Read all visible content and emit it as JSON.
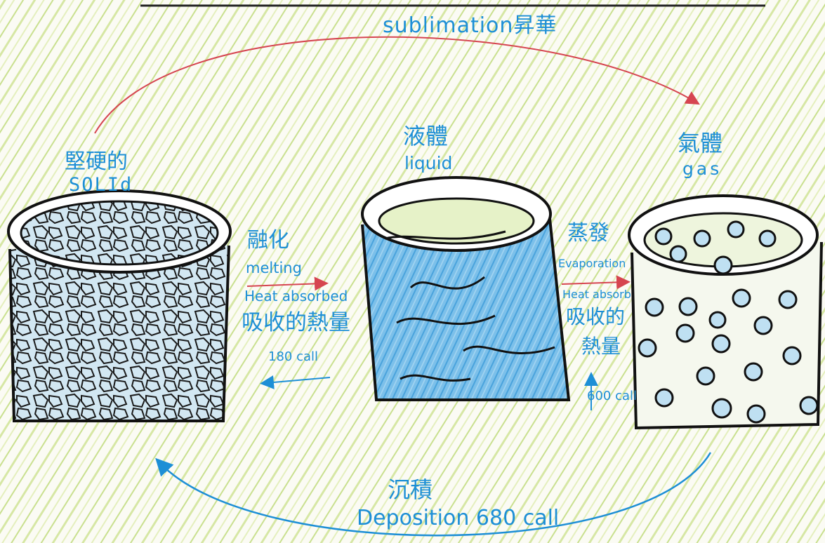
{
  "transitions": {
    "sublimation": "sublimation昇華",
    "melting": {
      "zh": "融化",
      "en": "melting",
      "heat": "Heat absorbed",
      "absorbed_zh": "吸收的熱量",
      "calories": "180 call"
    },
    "evaporation": {
      "zh": "蒸發",
      "en": "Evaporation",
      "heat": "Heat absorb",
      "absorbed_zh_1": "吸收的",
      "absorbed_zh_2": "熱量",
      "calories": "600 call"
    },
    "deposition": {
      "zh": "沉積",
      "en": "Deposition 680 call"
    }
  },
  "states": {
    "solid": {
      "zh": "堅硬的",
      "en": "SOLId"
    },
    "liquid": {
      "zh": "液體",
      "en": "liquid"
    },
    "gas": {
      "zh": "氣體",
      "en": "gas"
    }
  },
  "colors": {
    "label_blue": "#1d8fd6",
    "arrow_red": "#d64550",
    "ink": "#151515",
    "water_blue": "#63b3e3",
    "crayon_green": "#b6d57a"
  }
}
